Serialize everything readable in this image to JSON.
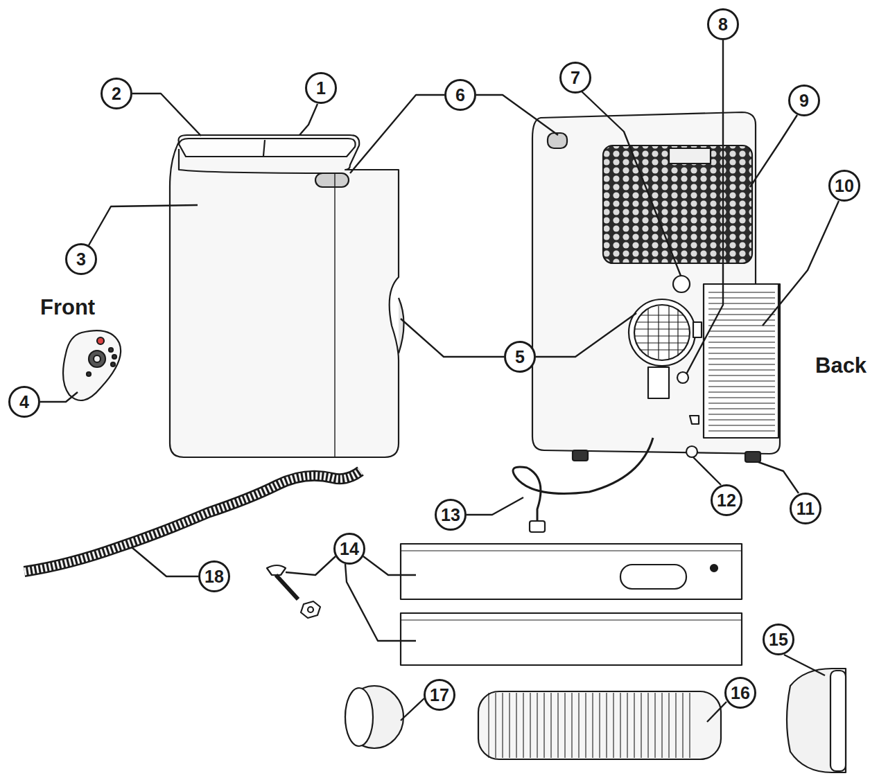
{
  "diagram": {
    "nodes": [
      {
        "text": [
          "8"
        ]
      },
      {
        "text": [
          "7"
        ]
      },
      {
        "text": [
          "1"
        ]
      },
      {
        "text": [
          "2"
        ]
      },
      {
        "text": [
          "6"
        ]
      },
      {
        "text": [
          "9"
        ]
      },
      {
        "text": [
          "10"
        ]
      },
      {
        "text": [
          "3"
        ]
      },
      {
        "text": [
          "5"
        ]
      },
      {
        "text": [
          "4"
        ]
      },
      {
        "text": [
          "12"
        ]
      },
      {
        "text": [
          "11"
        ]
      },
      {
        "text": [
          "13"
        ]
      },
      {
        "text": [
          "14"
        ]
      },
      {
        "text": [
          "18"
        ]
      },
      {
        "text": [
          "15"
        ]
      },
      {
        "text": [
          "16"
        ]
      },
      {
        "text": [
          "17"
        ]
      }
    ],
    "labels": [
      "Front",
      "Back"
    ]
  }
}
